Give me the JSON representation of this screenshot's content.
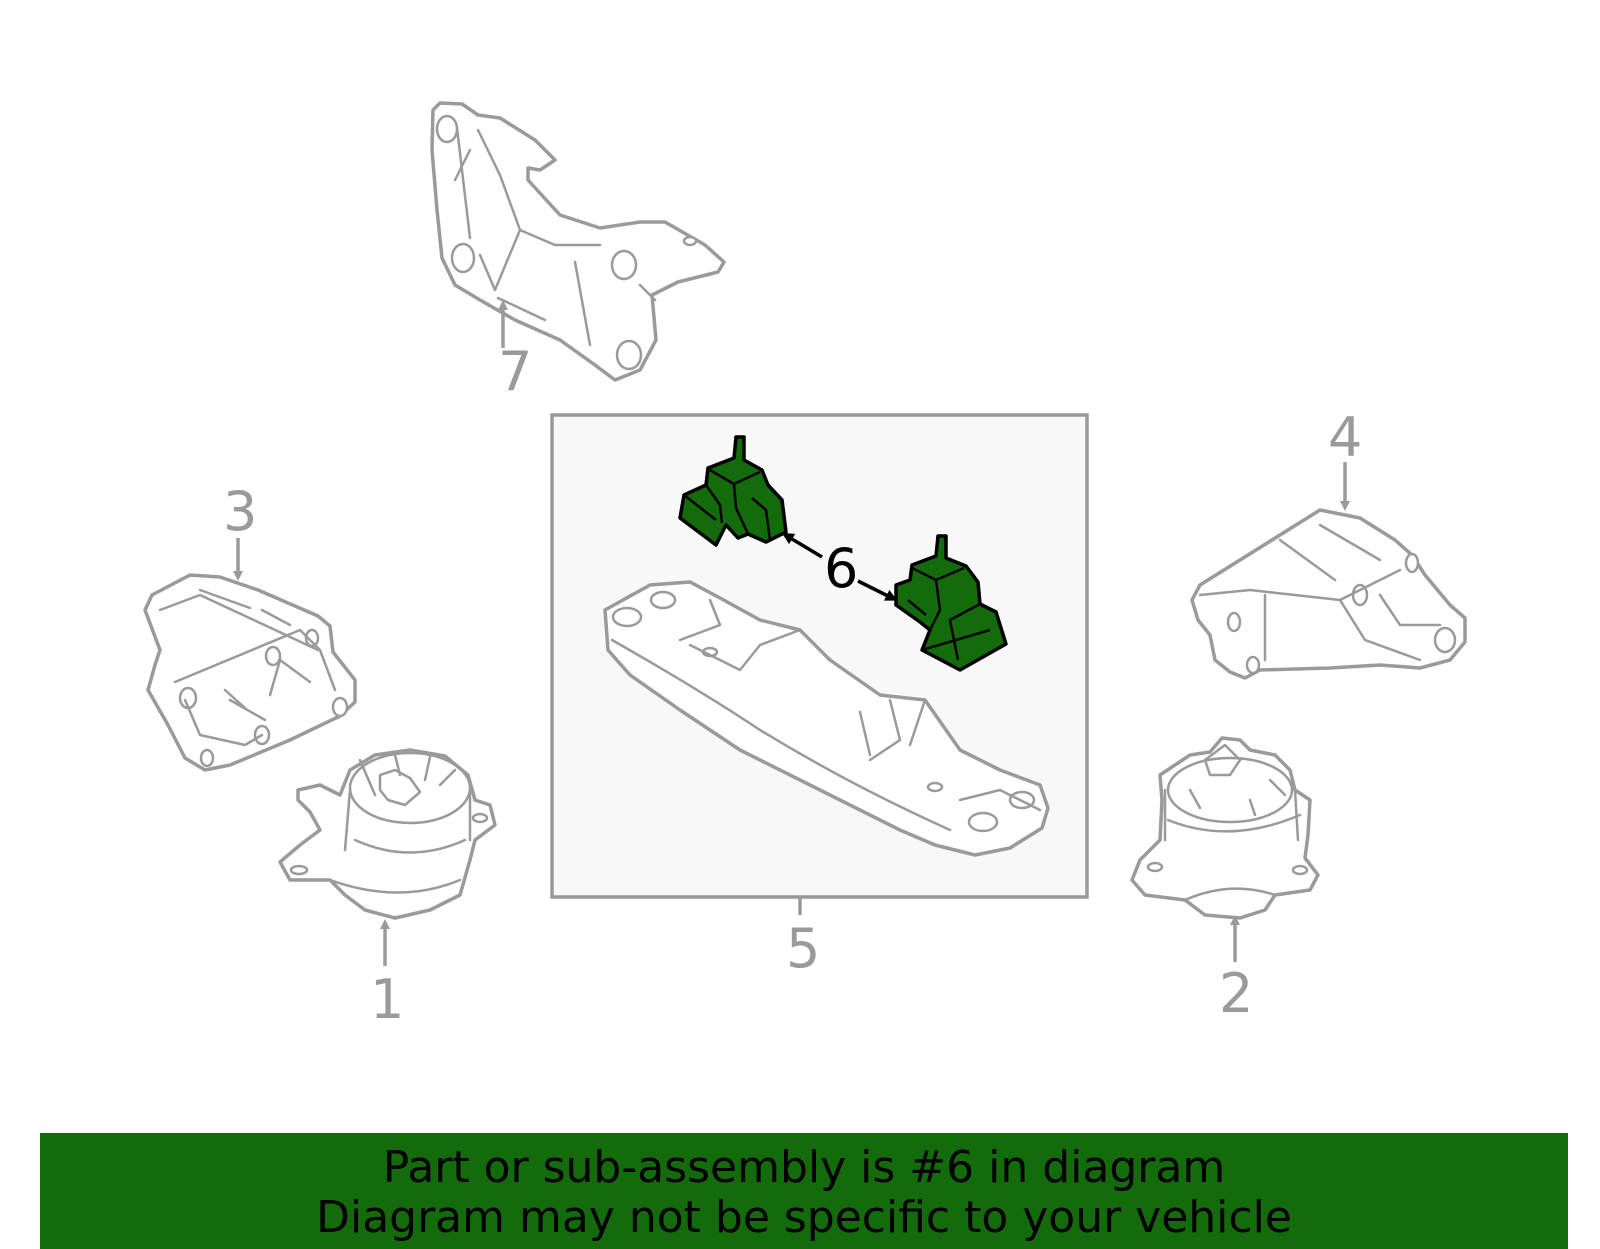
{
  "colors": {
    "highlight": "#136b0b",
    "outline": "#9a9a9a",
    "highlight_outline": "#000000",
    "banner": "#136b0b",
    "box_fill": "#f8f8f8"
  },
  "callouts": {
    "c1": "1",
    "c2": "2",
    "c3": "3",
    "c4": "4",
    "c5": "5",
    "c6": "6",
    "c7": "7"
  },
  "banner": {
    "line1": "Part or sub-assembly is #6 in diagram",
    "line2": "Diagram may not be specific to your vehicle"
  }
}
